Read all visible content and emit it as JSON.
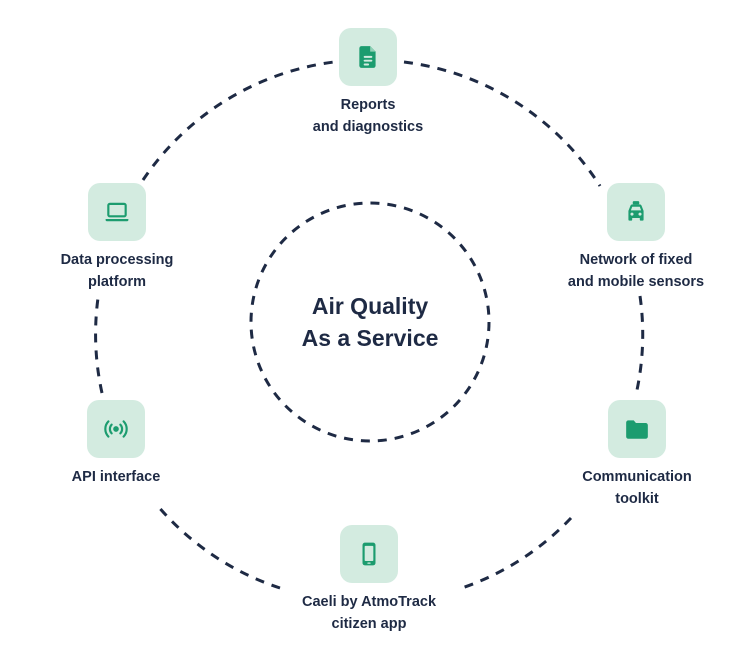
{
  "colors": {
    "text": "#1e2a44",
    "dash": "#1e2a44",
    "tile_bg": "#d3ebe0",
    "icon": "#1c9c6f"
  },
  "center": {
    "title": "Air Quality\nAs a Service"
  },
  "nodes": [
    {
      "id": "reports",
      "icon": "document-icon",
      "label": "Reports\nand diagnostics"
    },
    {
      "id": "sensors",
      "icon": "car-icon",
      "label": "Network of fixed\nand mobile sensors"
    },
    {
      "id": "toolkit",
      "icon": "folder-icon",
      "label": "Communication\ntoolkit"
    },
    {
      "id": "citizen-app",
      "icon": "smartphone-icon",
      "label": "Caeli by AtmoTrack\ncitizen app"
    },
    {
      "id": "api",
      "icon": "broadcast-icon",
      "label": "API interface"
    },
    {
      "id": "platform",
      "icon": "laptop-icon",
      "label": "Data processing\nplatform"
    }
  ]
}
